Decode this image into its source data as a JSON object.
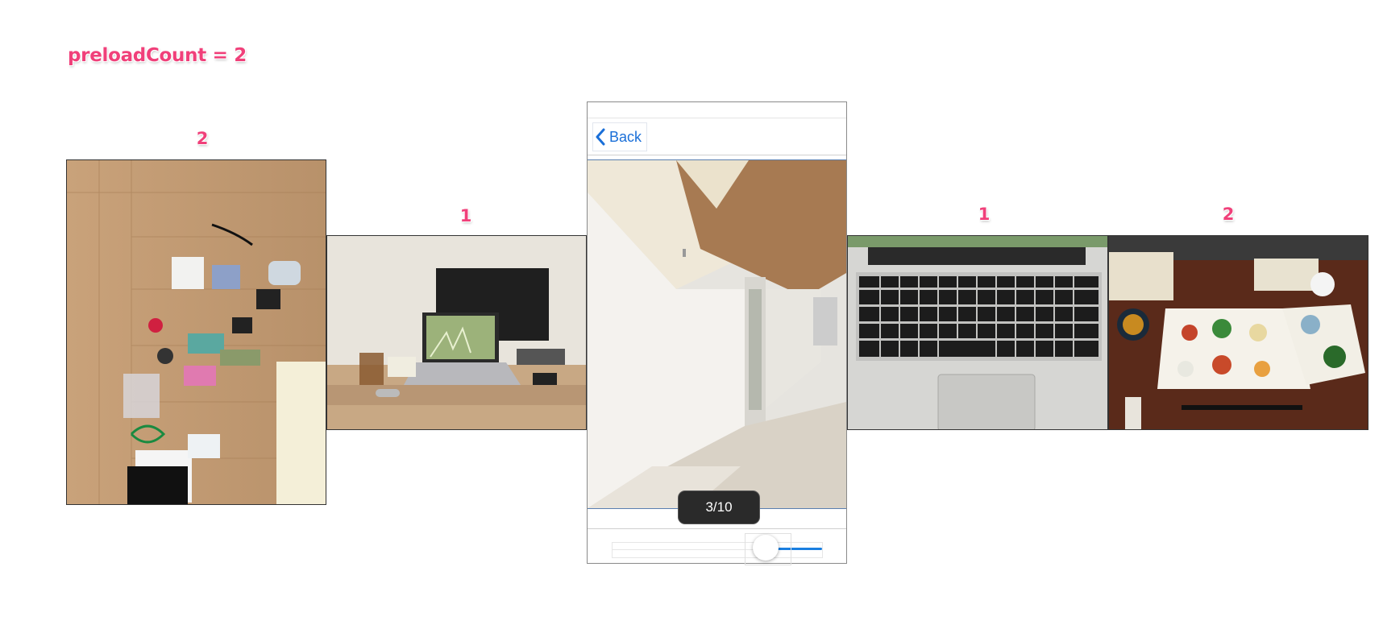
{
  "heading": "preloadCount = 2",
  "labels": {
    "far_left": "2",
    "near_left": "1",
    "near_right": "1",
    "far_right": "2"
  },
  "viewer": {
    "back_label": "Back",
    "counter": "3/10",
    "slider_value": 0.75
  },
  "colors": {
    "accent": "#f0407a",
    "ios_blue": "#1a7fe0"
  }
}
